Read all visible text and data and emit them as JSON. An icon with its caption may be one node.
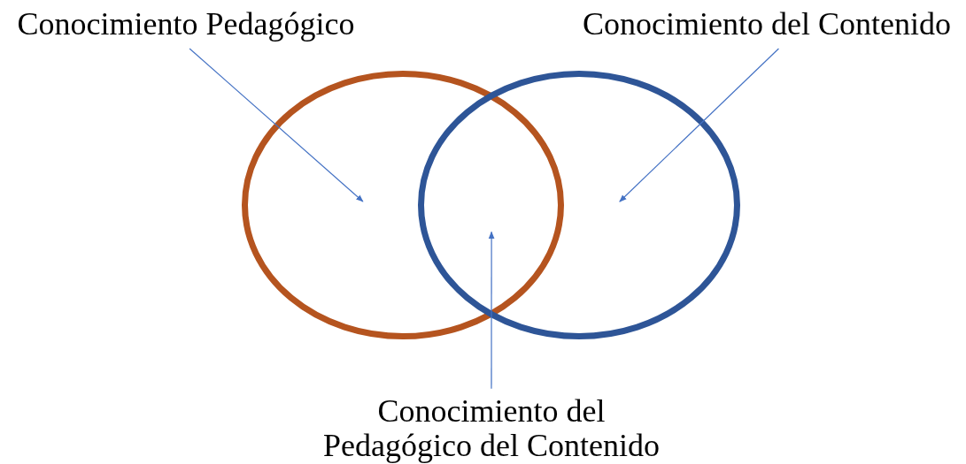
{
  "diagram": {
    "nodes": [
      {
        "text": [
          "Conocimiento Pedagógico"
        ]
      },
      {
        "text": [
          "Conocimiento del Contenido"
        ]
      },
      {
        "text": [],
        "shape": "circle"
      },
      {
        "text": [],
        "shape": "circle"
      },
      {
        "text": [
          "Conocimiento del Pedagógico del Contenido"
        ]
      }
    ],
    "edges": [
      {
        "from": 0,
        "to": 2,
        "arrow": "to"
      },
      {
        "from": 1,
        "to": 3,
        "arrow": "to"
      },
      {
        "from": 4,
        "to": 2,
        "arrow": "to"
      }
    ]
  }
}
